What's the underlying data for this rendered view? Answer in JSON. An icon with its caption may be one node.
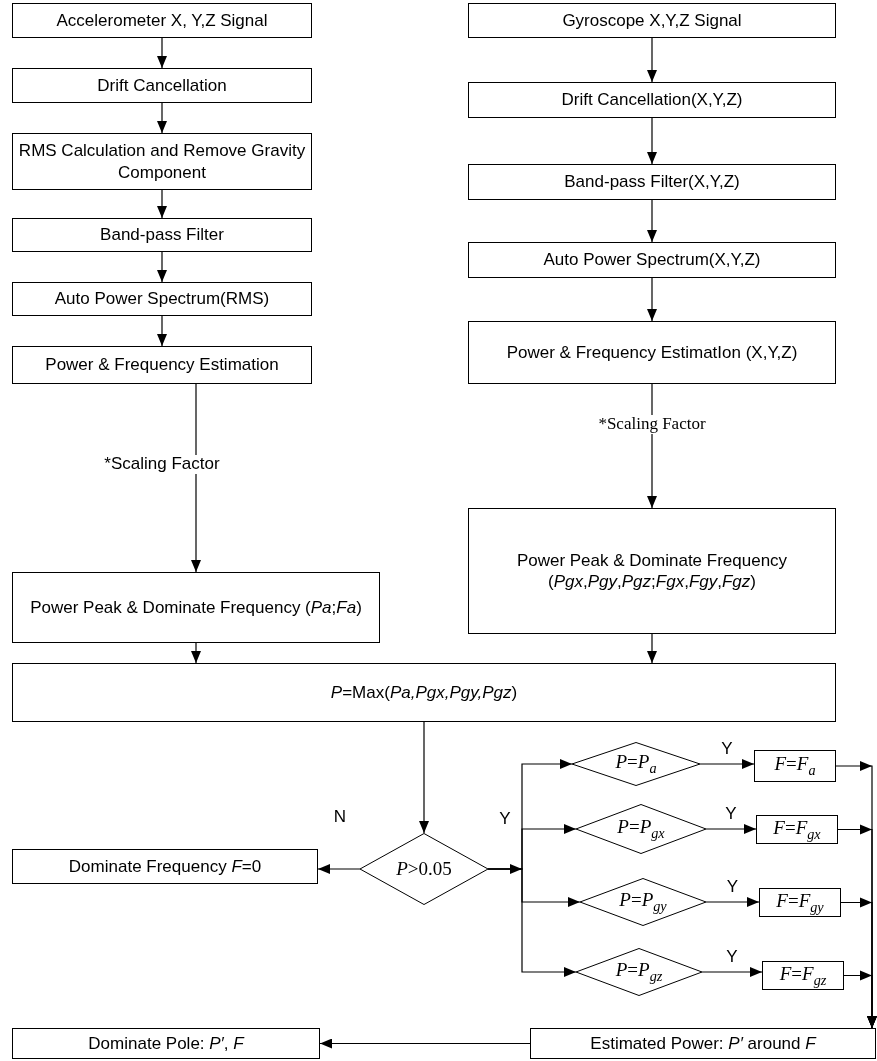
{
  "diagram": {
    "nodes": [
      {
        "text": [
          "Accelerometer X, Y,Z Signal"
        ]
      },
      {
        "text": [
          "Drift Cancellation"
        ]
      },
      {
        "text": [
          "RMS Calculation and Remove Gravity Component"
        ]
      },
      {
        "text": [
          "Band-pass Filter"
        ]
      },
      {
        "text": [
          "Auto Power Spectrum(RMS)"
        ]
      },
      {
        "text": [
          "Power & Frequency Estimation"
        ]
      },
      {
        "text": [
          "Power Peak & Dominate Frequency (*Pa*;*Fa*)"
        ]
      },
      {
        "text": [
          "Gyroscope X,Y,Z Signal"
        ]
      },
      {
        "text": [
          "Drift Cancellation(X,Y,Z)"
        ]
      },
      {
        "text": [
          "Band-pass Filter(X,Y,Z)"
        ]
      },
      {
        "text": [
          "Auto Power Spectrum(X,Y,Z)"
        ]
      },
      {
        "text": [
          "Power & Frequency EstimatIon (X,Y,Z)"
        ]
      },
      {
        "text": [
          "Power Peak & Dominate Frequency (*Pgx*,*Pgy*,*Pgz*;*Fgx*,*Fgy*,*Fgz*)"
        ]
      },
      {
        "text": [
          "*P*=Max(*Pa,Pgx,Pgy,Pgz*)"
        ]
      },
      {
        "text": [
          "*P*>0.05"
        ]
      },
      {
        "text": [
          "Dominate Frequency *F*=0"
        ]
      },
      {
        "text": [
          "*P*=*P*$_{a}$"
        ]
      },
      {
        "text": [
          "*P*=*P*$_{gx}$"
        ]
      },
      {
        "text": [
          "*P*=*P*$_{gy}$"
        ]
      },
      {
        "text": [
          "*P*=*P*$_{gz}$"
        ]
      },
      {
        "text": [
          "*F*=*F*$_{a}$"
        ]
      },
      {
        "text": [
          "*F*=*F*$_{gx}$"
        ]
      },
      {
        "text": [
          "*F*=*F*$_{gy}$"
        ]
      },
      {
        "text": [
          "*F*=*F*$_{gz}$"
        ]
      },
      {
        "text": [
          "Estimated Power: *P′* around *F*"
        ]
      },
      {
        "text": [
          "Dominate Pole: *P′*, *F*"
        ]
      }
    ],
    "edges": [
      {
        "from": 0,
        "to": 1,
        "arrow": "to"
      },
      {
        "from": 1,
        "to": 2,
        "arrow": "to"
      },
      {
        "from": 2,
        "to": 3,
        "arrow": "to"
      },
      {
        "from": 3,
        "to": 4,
        "arrow": "to"
      },
      {
        "from": 4,
        "to": 5,
        "arrow": "to"
      },
      {
        "from": 5,
        "to": 6,
        "arrow": "to",
        "label": "*Scaling Factor"
      },
      {
        "from": 7,
        "to": 8,
        "arrow": "to"
      },
      {
        "from": 8,
        "to": 9,
        "arrow": "to"
      },
      {
        "from": 9,
        "to": 10,
        "arrow": "to"
      },
      {
        "from": 10,
        "to": 11,
        "arrow": "to"
      },
      {
        "from": 11,
        "to": 12,
        "arrow": "to",
        "label": "*Scaling Factor"
      },
      {
        "from": 6,
        "to": 13,
        "arrow": "to"
      },
      {
        "from": 12,
        "to": 13,
        "arrow": "to"
      },
      {
        "from": 13,
        "to": 14,
        "arrow": "to"
      },
      {
        "from": 14,
        "to": 15,
        "arrow": "to",
        "label": "N"
      },
      {
        "from": 14,
        "to": 16,
        "arrow": "to",
        "label": "Y"
      },
      {
        "from": 14,
        "to": 17,
        "arrow": "to"
      },
      {
        "from": 14,
        "to": 18,
        "arrow": "to"
      },
      {
        "from": 14,
        "to": 19,
        "arrow": "to"
      },
      {
        "from": 16,
        "to": 20,
        "arrow": "to",
        "label": "Y"
      },
      {
        "from": 17,
        "to": 21,
        "arrow": "to",
        "label": "Y"
      },
      {
        "from": 18,
        "to": 22,
        "arrow": "to",
        "label": "Y"
      },
      {
        "from": 19,
        "to": 23,
        "arrow": "to",
        "label": "Y"
      },
      {
        "from": 20,
        "to": 24,
        "arrow": "to"
      },
      {
        "from": 21,
        "to": 24,
        "arrow": "to"
      },
      {
        "from": 22,
        "to": 24,
        "arrow": "to"
      },
      {
        "from": 23,
        "to": 24,
        "arrow": "to"
      },
      {
        "from": 24,
        "to": 25,
        "arrow": "to"
      }
    ]
  }
}
